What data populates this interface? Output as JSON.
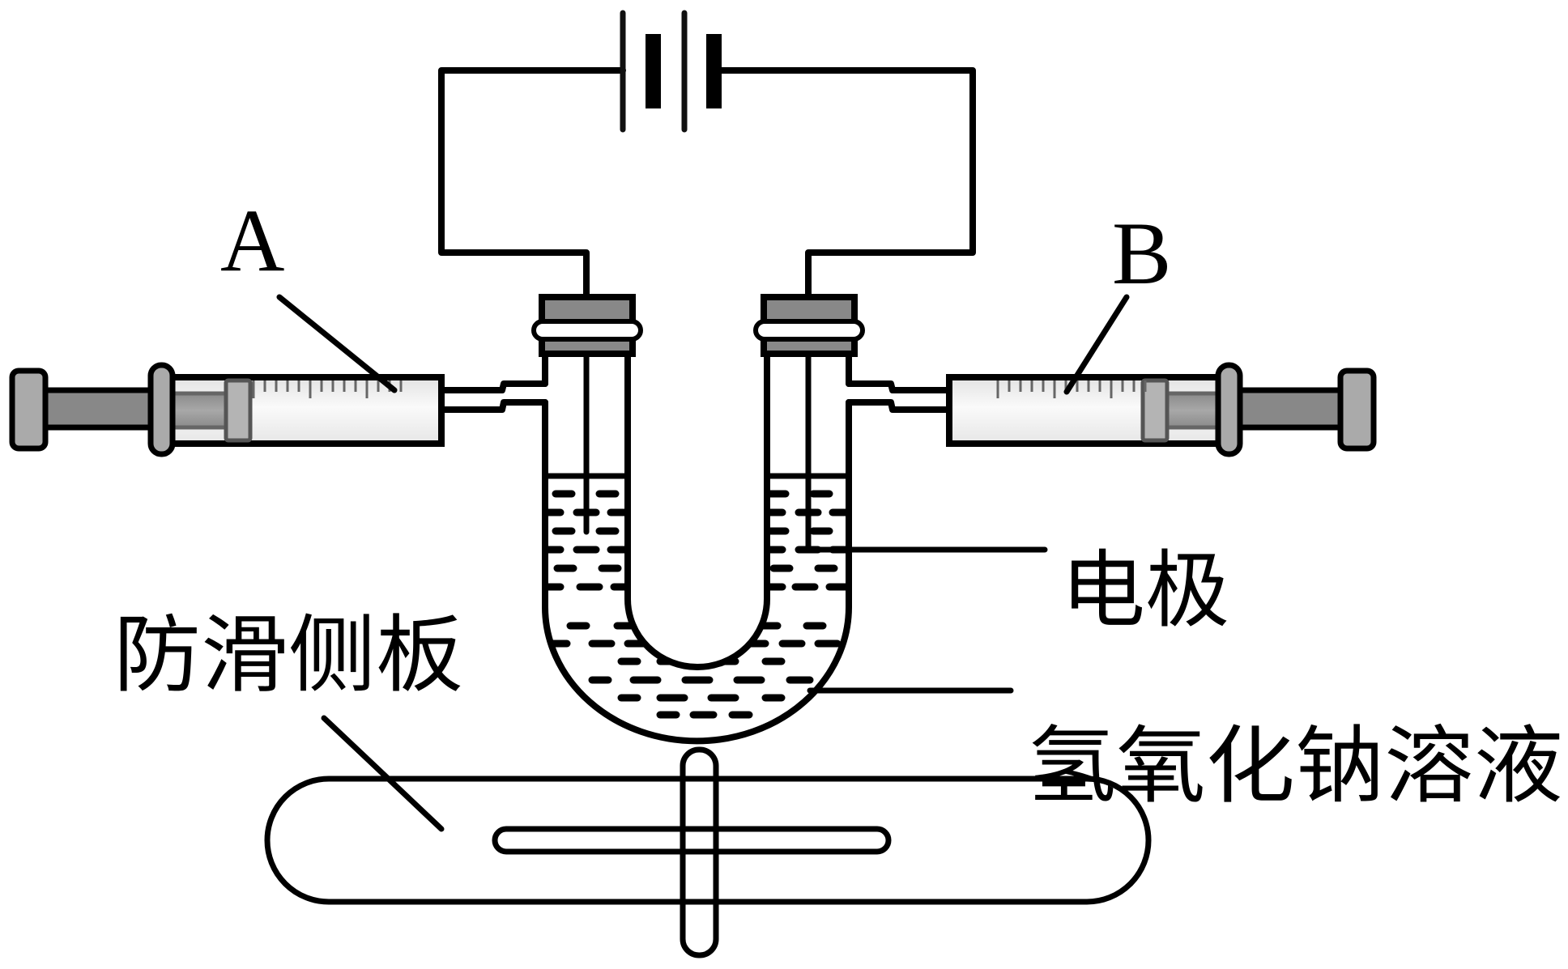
{
  "figure": {
    "type": "electrolysis-apparatus",
    "labels": {
      "syringe_left": "A",
      "syringe_right": "B",
      "electrode": "电极",
      "solution": "氢氧化钠溶液",
      "anti_slip_board": "防滑侧板"
    },
    "colors": {
      "line": "#000000",
      "stopper": "#888888",
      "plunger_rod": "#888888",
      "thumb_rest": "#aaaaaa",
      "barrel": "#f4f4f4",
      "background": "#ffffff"
    },
    "components": [
      "battery",
      "circuit-wire",
      "u-tube",
      "rubber-stopper-left",
      "rubber-stopper-right",
      "electrode-left",
      "electrode-right",
      "syringe-A",
      "syringe-B",
      "sodium-hydroxide-solution",
      "anti-slip-side-board"
    ]
  }
}
